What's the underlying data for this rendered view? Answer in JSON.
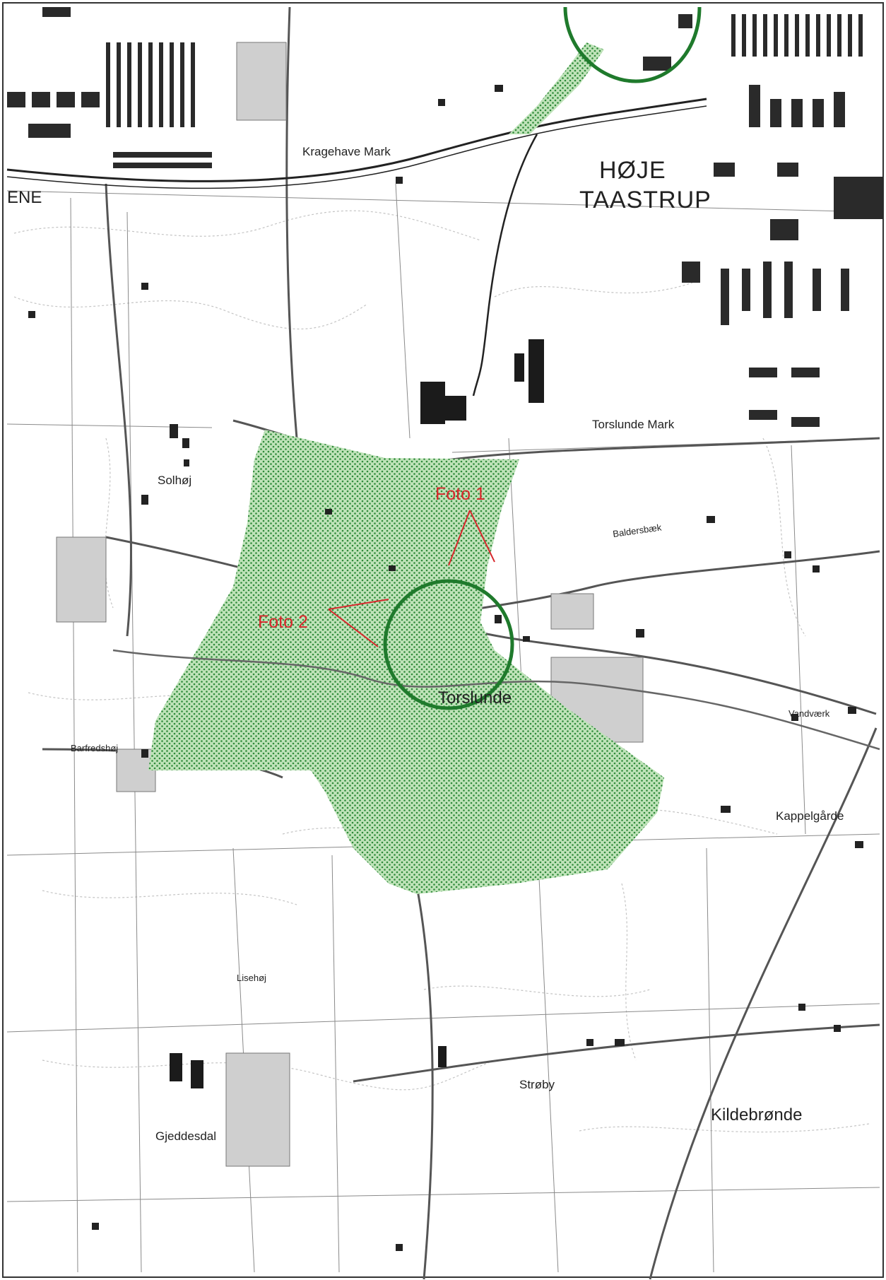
{
  "map": {
    "place_names": {
      "hoje": "HØJE",
      "taastrup": "TAASTRUP",
      "ene": "ENE",
      "kragehave_mark": "Kragehave Mark",
      "torslunde_mark": "Torslunde Mark",
      "torslunde": "Torslunde",
      "solhoj": "Solhøj",
      "kappelgarde": "Kappelgårde",
      "kildebronde": "Kildebrønde",
      "streby": "Strøby",
      "gjeddesdal": "Gjeddesdal",
      "baldersbaek": "Baldersbæk",
      "lisehoj": "Lisehøj",
      "barfredshoj": "Barfredshøj",
      "vandvaerk": "Vandværk"
    },
    "annotations": {
      "foto1": "Foto 1",
      "foto2": "Foto 2"
    },
    "colors": {
      "protected_area_fill": "#9fd39a",
      "protected_area_dots": "#2f8a3a",
      "circle_stroke": "#1f7a2c",
      "annotation_red": "#d8262b",
      "rail": "#222222",
      "contour": "#b9b9b9",
      "road": "#555555",
      "building": "#1b1b1b"
    }
  }
}
